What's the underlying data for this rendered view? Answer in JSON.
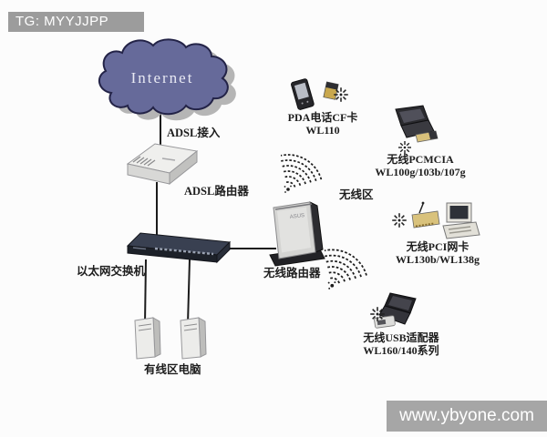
{
  "banners": {
    "top": "TG: MYYJJPP",
    "bottom": "www.ybyone.com"
  },
  "cloud": {
    "label": "Internet"
  },
  "labels": {
    "adsl_access": "ADSL接入",
    "adsl_router": "ADSL路由器",
    "ethernet_switch": "以太网交换机",
    "wired_pcs": "有线区电脑",
    "wireless_router": "无线路由器",
    "wireless_zone": "无线区"
  },
  "devices": {
    "pda": {
      "line1": "PDA电话CF卡",
      "line2": "WL110"
    },
    "pcmcia": {
      "line1": "无线PCMCIA",
      "line2": "WL100g/103b/107g"
    },
    "pci": {
      "line1": "无线PCI网卡",
      "line2": "WL130b/WL138g"
    },
    "usb": {
      "line1": "无线USB适配器",
      "line2": "WL160/140系列"
    }
  },
  "colors": {
    "background": "#fcfcfc",
    "banner_gray": "#9c9c9c",
    "cloud_fill": "#666a9a",
    "cloud_outline": "#232347",
    "cloud_shadow": "#b5b5b5",
    "connection_line": "#1b1b1b"
  }
}
